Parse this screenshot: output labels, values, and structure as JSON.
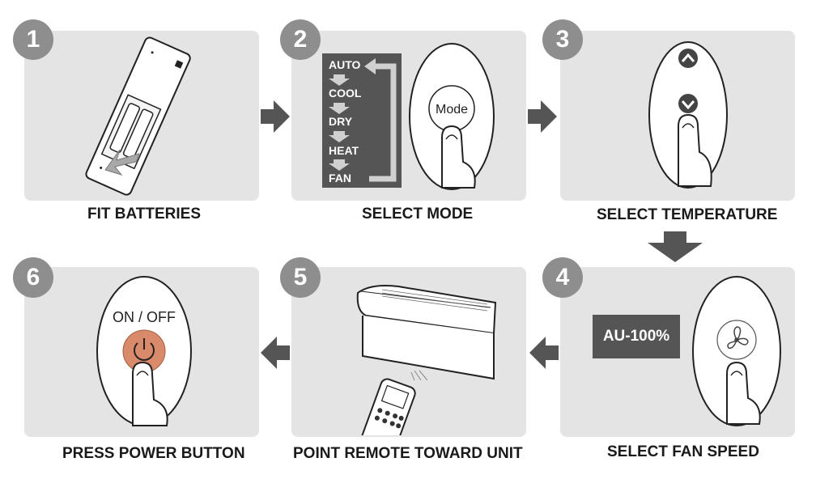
{
  "steps": [
    {
      "number": "1",
      "caption": "FIT BATTERIES"
    },
    {
      "number": "2",
      "caption": "SELECT MODE"
    },
    {
      "number": "3",
      "caption": "SELECT TEMPERATURE"
    },
    {
      "number": "4",
      "caption": "SELECT FAN SPEED"
    },
    {
      "number": "5",
      "caption": "POINT REMOTE TOWARD UNIT"
    },
    {
      "number": "6",
      "caption": "PRESS POWER BUTTON"
    }
  ],
  "modes": [
    "AUTO",
    "COOL",
    "DRY",
    "HEAT",
    "FAN"
  ],
  "mode_button_label": "Mode",
  "fan_speed_display": "AU-100%",
  "power_button_label": "ON / OFF",
  "colors": {
    "panel": "#e4e4e4",
    "badge": "#8e8e8e",
    "arrow": "#555555",
    "power_button": "#d98a6a"
  }
}
